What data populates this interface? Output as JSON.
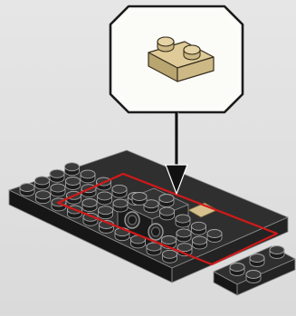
{
  "figure": {
    "kind": "building-instruction-step",
    "icons": {
      "callout": "part-callout-icon",
      "part": "tan-plate-1x2-icon",
      "arrow": "placement-arrow-icon",
      "highlight": "placement-highlight-icon"
    },
    "part": {
      "name": "plate 1x2",
      "quantity": 1,
      "color": "tan"
    },
    "colors": {
      "page_background": "#e3e3e3",
      "callout_background": "#fbfbf7",
      "callout_border": "#1c1c1c",
      "part_tan": "#d8c593",
      "model_black": "#2b2b2b",
      "highlight_red": "#d21919",
      "arrow": "#111111"
    }
  }
}
